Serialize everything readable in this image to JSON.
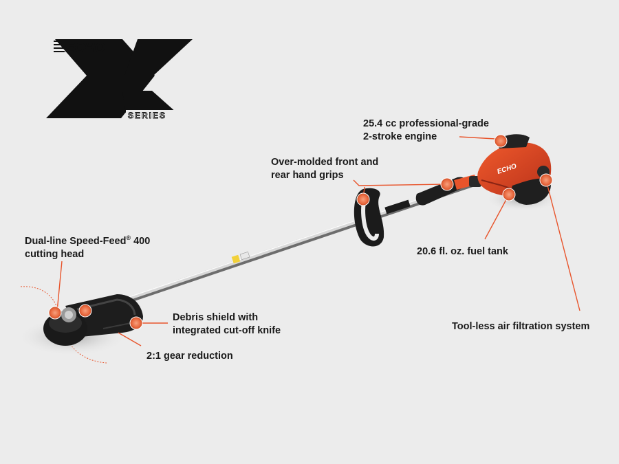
{
  "brand": {
    "logo_text": "ECHO",
    "series_text": "SERIES"
  },
  "colors": {
    "background": "#ececec",
    "accent_orange": "#e8542b",
    "text": "#1a1a1a",
    "logo_black": "#111111"
  },
  "features": {
    "engine": {
      "line1": "25.4 cc professional-grade",
      "line2": "2-stroke engine"
    },
    "grips": {
      "line1": "Over-molded front and",
      "line2": "rear hand grips"
    },
    "head": {
      "line1": "Dual-line Speed-Feed",
      "reg": "®",
      "line1_end": " 400",
      "line2": "cutting head"
    },
    "fuel": {
      "line1": "20.6 fl. oz. fuel tank"
    },
    "shield": {
      "line1": "Debris shield with",
      "line2": "integrated cut-off knife"
    },
    "filter": {
      "line1": "Tool-less air filtration system"
    },
    "gear": {
      "line1": "2:1 gear reduction"
    }
  },
  "icons": [
    "echo-x-series-logo",
    "string-trimmer-product-image",
    "hotspot-marker"
  ]
}
